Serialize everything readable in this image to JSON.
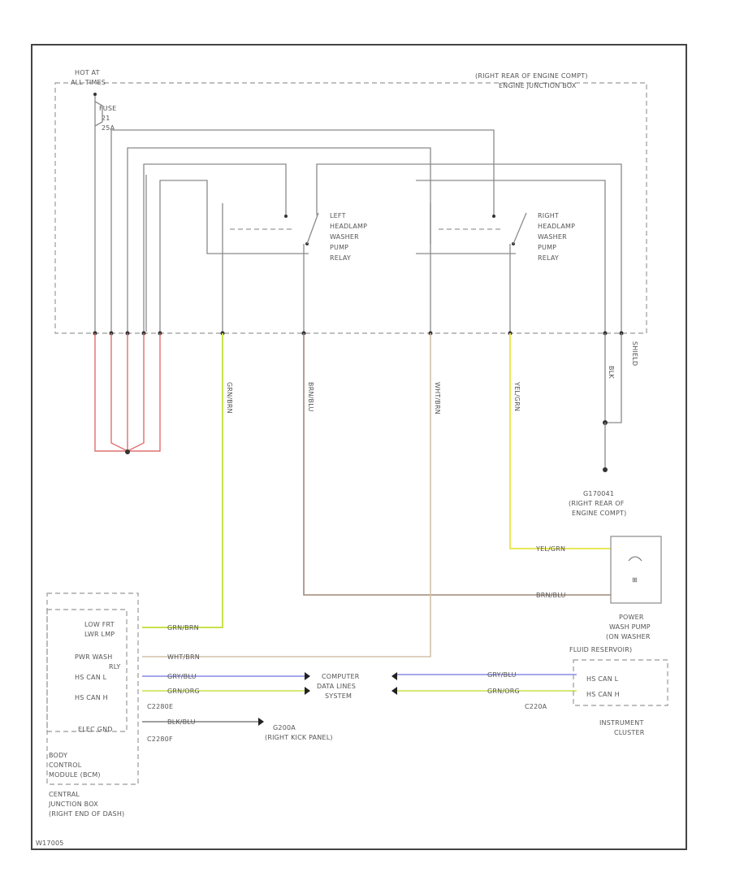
{
  "labels": {
    "hot_at_all_times_1": "HOT AT",
    "hot_at_all_times_2": "ALL TIMES",
    "fuse_1": "FUSE",
    "fuse_2": "21",
    "fuse_3": "25A",
    "ejb_location": "(RIGHT REAR OF ENGINE COMPT)",
    "ejb_name": "ENGINE JUNCTION BOX",
    "left_relay": [
      "LEFT",
      "HEADLAMP",
      "WASHER",
      "PUMP",
      "RELAY"
    ],
    "right_relay": [
      "RIGHT",
      "HEADLAMP",
      "WASHER",
      "PUMP",
      "RELAY"
    ],
    "ground_id": "G170041",
    "ground_loc_1": "(RIGHT REAR OF",
    "ground_loc_2": "ENGINE COMPT)",
    "pump_1": "POWER",
    "pump_2": "WASH PUMP",
    "pump_3": "(ON WASHER",
    "pump_4": "FLUID RESERVOIR)",
    "bcm_pins": [
      "LOW FRT",
      "LWR LMP",
      "PWR WASH",
      "RLY",
      "HS CAN L",
      "HS CAN H",
      "ELEC GND"
    ],
    "bcm_1": "BODY",
    "bcm_2": "CONTROL",
    "bcm_3": "MODULE (BCM)",
    "cjb_1": "CENTRAL",
    "cjb_2": "JUNCTION BOX",
    "cjb_3": "(RIGHT END OF DASH)",
    "connector_left_1": "C2280E",
    "connector_left_2": "C2280F",
    "connector_right": "C220A",
    "cdl_1": "COMPUTER",
    "cdl_2": "DATA LINES",
    "cdl_3": "SYSTEM",
    "g200_1": "G200A",
    "g200_2": "(RIGHT KICK PANEL)",
    "ic_pin_1": "HS CAN L",
    "ic_pin_2": "HS CAN H",
    "ic_1": "INSTRUMENT",
    "ic_2": "CLUSTER",
    "shield": "SHIELD",
    "footer_id": "W17005"
  },
  "wires": {
    "green": "GRN/BRN",
    "wht_brn": "WHT/BRN",
    "brn_blu": "BRN/BLU",
    "yel_grn": "YEL/GRN",
    "gry_blu": "GRY/BLU",
    "gry_blu_r": "GRY/BLU",
    "grn_org": "GRN/ORG",
    "grn_org_r": "GRN/ORG",
    "blk_blu": "BLK/BLU",
    "blk": "BLK"
  },
  "colors": {
    "red": "#e07070",
    "green_yellow": "#c8e14a",
    "yellow": "#e8e85a",
    "brown": "#a08878",
    "tan": "#d2c2a8",
    "blue": "#8a8ae6",
    "gray": "#8a8a8a"
  }
}
